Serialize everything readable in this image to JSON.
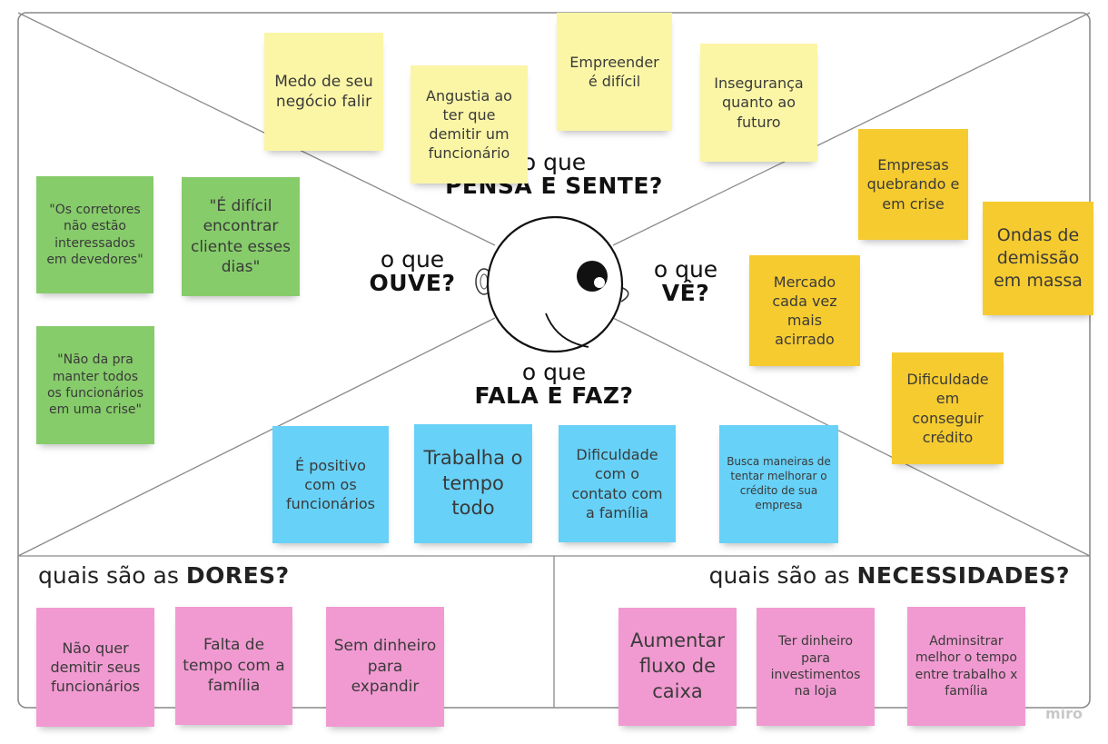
{
  "labels": {
    "thinks": {
      "small": "o que",
      "big": "PENSA E SENTE?"
    },
    "hears": {
      "small": "o que",
      "big": "OUVE?"
    },
    "sees": {
      "small": "o que",
      "big": "VÊ?"
    },
    "says": {
      "small": "o que",
      "big": "FALA E FAZ?"
    },
    "pains": {
      "prefix": "quais são as",
      "bold": "DORES?"
    },
    "needs": {
      "prefix": "quais são as",
      "bold": "NECESSIDADES?"
    }
  },
  "stickies": {
    "think_1": "Medo de seu negócio falir",
    "think_2": "Angustia ao ter que demitir um funcionário",
    "think_3": "Empreender é difícil",
    "think_4": "Insegurança quanto ao futuro",
    "see_1": "Empresas quebrando e em crise",
    "see_2": "Ondas de demissão em massa",
    "see_3": "Mercado cada vez mais acirrado",
    "see_4": "Dificuldade em conseguir crédito",
    "hear_1": "\"Os corretores não estão interessados em devedores\"",
    "hear_2": "\"É difícil encontrar cliente esses dias\"",
    "hear_3": "\"Não da pra manter todos os funcionários em uma crise\"",
    "say_1": "É positivo com os funcionários",
    "say_2": "Trabalha o tempo todo",
    "say_3": "Dificuldade com o contato com a família",
    "say_4": "Busca maneiras de tentar melhorar o crédito de sua empresa",
    "pain_1": "Não quer demitir seus funcionários",
    "pain_2": "Falta de tempo com a família",
    "pain_3": "Sem dinheiro para expandir",
    "need_1": "Aumentar fluxo de caixa",
    "need_2": "Ter dinheiro para investimentos na loja",
    "need_3": "Adminsitrar melhor o tempo entre trabalho x família"
  },
  "watermark": "miro",
  "colors": {
    "thinks": "#fbf6a6",
    "sees": "#f6cb2f",
    "hears": "#86cc6a",
    "says": "#67d1f7",
    "pains_needs": "#f19ad1"
  }
}
